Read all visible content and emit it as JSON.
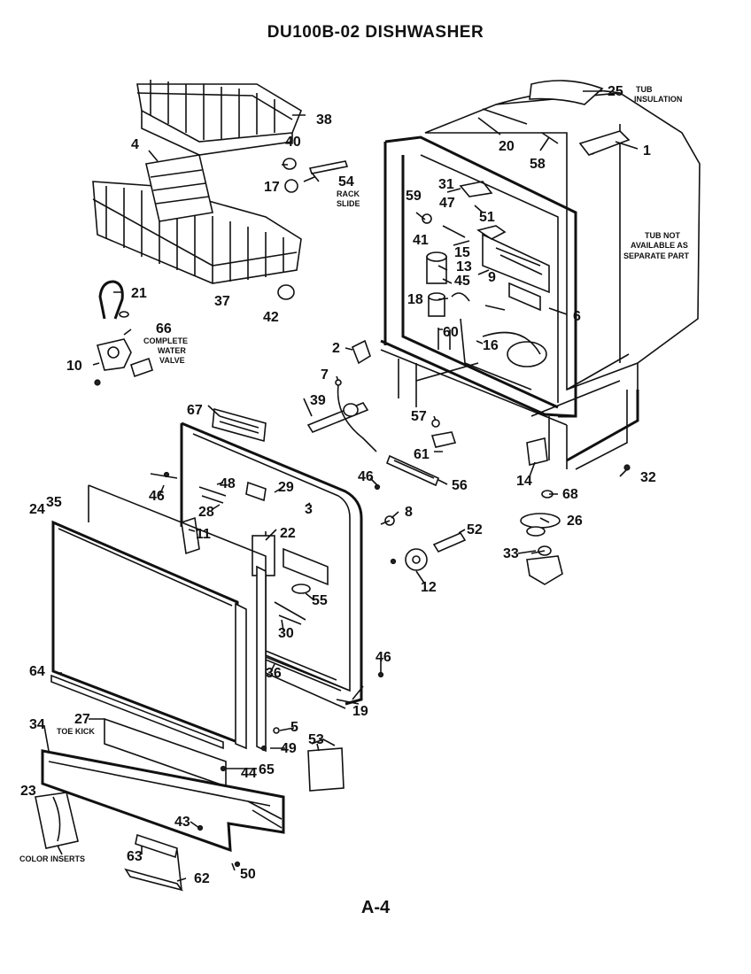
{
  "title": "DU100B-02   DISHWASHER",
  "page_label": "A-4",
  "notes": {
    "tub_insulation": [
      "TUB",
      "INSULATION"
    ],
    "rack_slide": [
      "RACK",
      "SLIDE"
    ],
    "tub_not_available": [
      "TUB NOT",
      "AVAILABLE AS",
      "SEPARATE PART"
    ],
    "complete_water_valve": [
      "COMPLETE",
      "WATER",
      "VALVE"
    ],
    "toe_kick": "TOE KICK",
    "color_inserts": "COLOR INSERTS"
  },
  "callouts": [
    "1",
    "2",
    "3",
    "4",
    "5",
    "6",
    "7",
    "8",
    "9",
    "10",
    "11",
    "12",
    "13",
    "14",
    "15",
    "16",
    "17",
    "18",
    "19",
    "20",
    "21",
    "22",
    "23",
    "24",
    "25",
    "26",
    "27",
    "28",
    "29",
    "30",
    "31",
    "32",
    "33",
    "34",
    "35",
    "36",
    "37",
    "38",
    "39",
    "40",
    "41",
    "42",
    "43",
    "44",
    "45",
    "46",
    "47",
    "48",
    "49",
    "50",
    "51",
    "52",
    "53",
    "54",
    "55",
    "56",
    "57",
    "58",
    "59",
    "60",
    "61",
    "62",
    "63",
    "64",
    "65",
    "66",
    "67",
    "68"
  ],
  "labels": {
    "n1": "1",
    "n2": "2",
    "n3": "3",
    "n4": "4",
    "n5": "5",
    "n6": "6",
    "n7": "7",
    "n8": "8",
    "n9": "9",
    "n10": "10",
    "n11": "11",
    "n12": "12",
    "n13": "13",
    "n14": "14",
    "n15": "15",
    "n16": "16",
    "n17": "17",
    "n18": "18",
    "n19": "19",
    "n20": "20",
    "n21": "21",
    "n22": "22",
    "n23": "23",
    "n24": "24",
    "n25": "25",
    "n26": "26",
    "n27": "27",
    "n28": "28",
    "n29": "29",
    "n30": "30",
    "n31": "31",
    "n32": "32",
    "n33": "33",
    "n34": "34",
    "n35": "35",
    "n36": "36",
    "n37": "37",
    "n38": "38",
    "n39": "39",
    "n40": "40",
    "n41": "41",
    "n42": "42",
    "n43": "43",
    "n44": "44",
    "n45": "45",
    "n46a": "46",
    "n46b": "46",
    "n46c": "46",
    "n47": "47",
    "n48": "48",
    "n49": "49",
    "n50": "50",
    "n51": "51",
    "n52": "52",
    "n53": "53",
    "n54": "54",
    "n55": "55",
    "n56": "56",
    "n57": "57",
    "n58": "58",
    "n59": "59",
    "n60": "60",
    "n61": "61",
    "n62": "62",
    "n63": "63",
    "n64": "64",
    "n65": "65",
    "n66": "66",
    "n67": "67",
    "n68": "68"
  }
}
